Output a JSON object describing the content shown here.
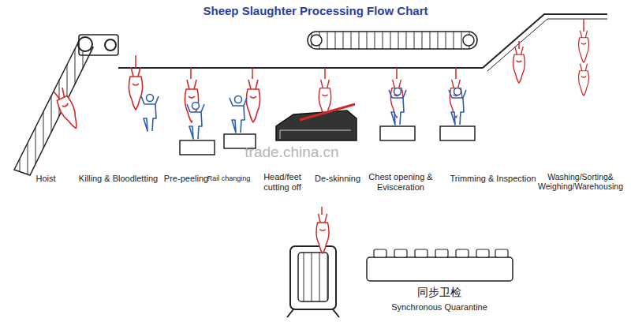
{
  "diagram": {
    "title": "Sheep Slaughter Processing Flow Chart",
    "labels": [
      "Hoist",
      "Killing & Bloodletting",
      "Pre-peeling",
      "Rail changing",
      "Head/feet cutting off",
      "De-skinning",
      "Chest opening & Evisceration",
      "Trimming & Inspection",
      "Washing/Sorting& Weighing/Warehousing",
      "trade.china.cn",
      "同步卫检",
      "Synchronous Quarantine"
    ]
  }
}
